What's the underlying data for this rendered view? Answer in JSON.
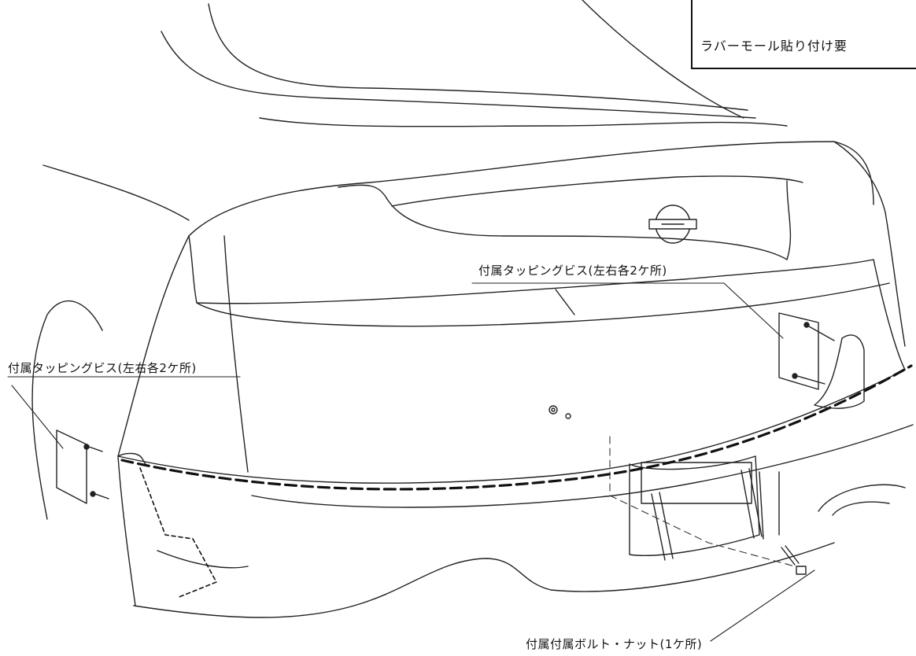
{
  "inset": {
    "caption": "ラバーモール貼り付け要"
  },
  "callouts": {
    "tapping_screw_right": "付属タッピングビス(左右各2ケ所)",
    "tapping_screw_left": "付属タッピングビス(左右各2ケ所)",
    "bolt_nut": "付属付属ボルト・ナット(1ケ所)"
  },
  "colors": {
    "line": "#222222",
    "background": "#ffffff"
  }
}
